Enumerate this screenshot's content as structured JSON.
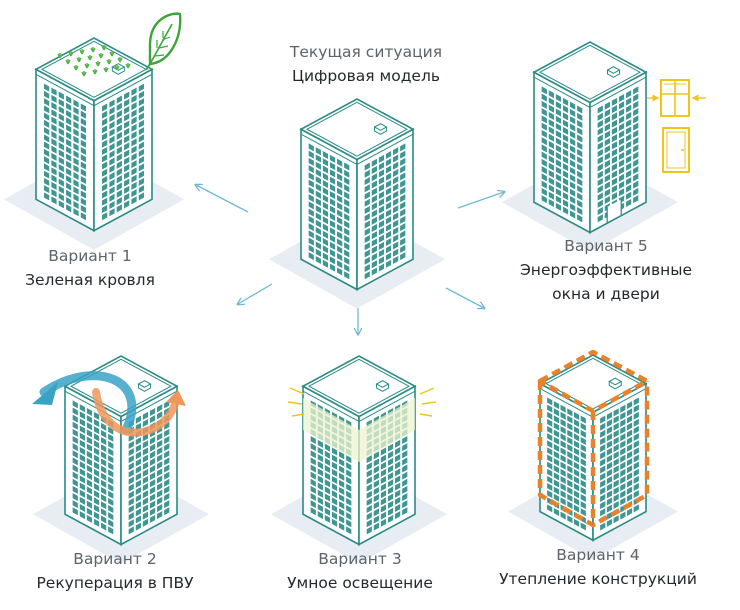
{
  "center": {
    "line1": "Текущая ситуация",
    "line2": "Цифровая модель"
  },
  "variants": [
    {
      "id": 1,
      "title": "Вариант 1",
      "line1": "Зеленая кровля"
    },
    {
      "id": 2,
      "title": "Вариант 2",
      "line1": "Рекуперация в ПВУ"
    },
    {
      "id": 3,
      "title": "Вариант 3",
      "line1": "Умное освещение"
    },
    {
      "id": 4,
      "title": "Вариант 4",
      "line1": "Утепление конструкций"
    },
    {
      "id": 5,
      "title": "Вариант 5",
      "line1": "Энергоэффективные",
      "line2": "окна и двери"
    }
  ],
  "colors": {
    "building": "#2a8b86",
    "window": "#2a8b86",
    "shadow": "#e8edf4",
    "arrow": "#6fb8d4",
    "leaf": "#3aa637",
    "plants": "#56b44a",
    "window_frame": "#f0c419",
    "insulation": "#e8832c",
    "light": "#eef3cf",
    "recup_blue": "#39a2c5",
    "recup_orange": "#f0965a"
  }
}
